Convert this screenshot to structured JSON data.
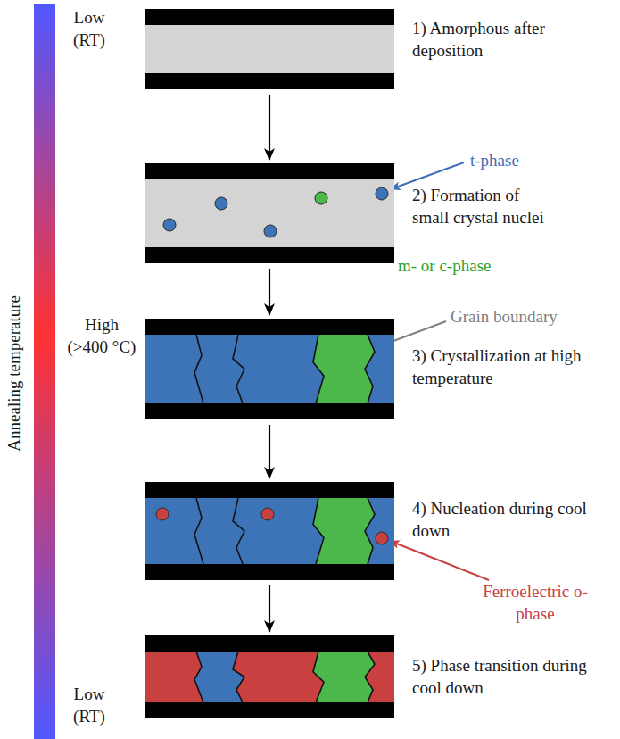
{
  "diagram": {
    "nodes": [
      {
        "text": [
          "1) Amorphous after deposition"
        ]
      },
      {
        "text": [
          "2) Formation of small crystal nuclei"
        ]
      },
      {
        "text": [
          "3) Crystallization at high temperature"
        ]
      },
      {
        "text": [
          "4) Nucleation during cool down"
        ]
      },
      {
        "text": [
          "5) Phase transition during cool down"
        ]
      }
    ],
    "edges": [
      {
        "from": 0,
        "to": 1,
        "arrow": "to"
      },
      {
        "from": 1,
        "to": 2,
        "arrow": "to"
      },
      {
        "from": 2,
        "to": 3,
        "arrow": "to"
      },
      {
        "from": 3,
        "to": 4,
        "arrow": "to"
      }
    ],
    "labels": [
      "Low (RT)",
      "High (>400 °C)",
      "Low (RT)",
      "Annealing temperature",
      "t-phase",
      "m- or c-phase",
      "Grain boundary",
      "Ferroelectric o-phase"
    ]
  }
}
